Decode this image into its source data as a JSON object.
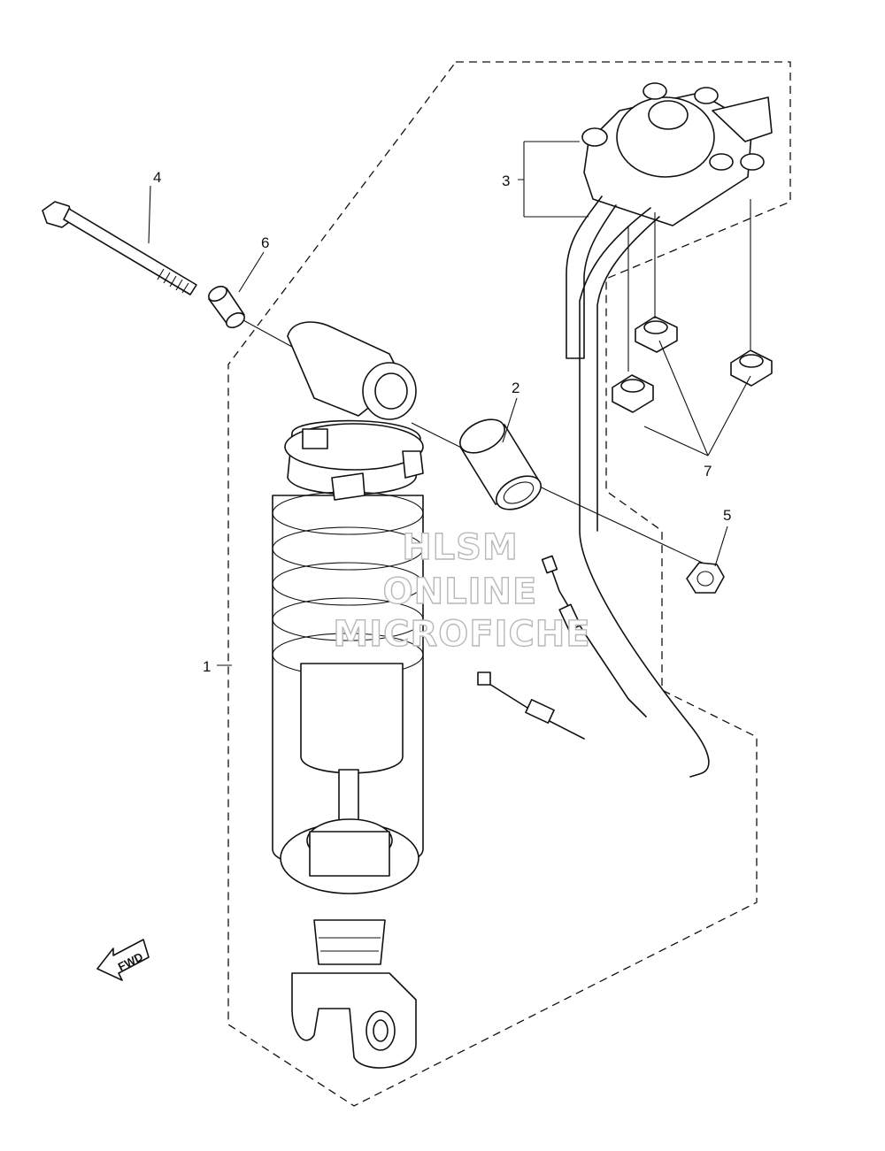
{
  "diagram": {
    "callouts": [
      {
        "id": "1",
        "label": "1"
      },
      {
        "id": "2",
        "label": "2"
      },
      {
        "id": "3",
        "label": "3"
      },
      {
        "id": "4",
        "label": "4"
      },
      {
        "id": "5",
        "label": "5"
      },
      {
        "id": "6",
        "label": "6"
      },
      {
        "id": "7",
        "label": "7"
      }
    ],
    "fwd_label": "FWD",
    "watermark": {
      "line1": "HLSM",
      "line2": "ONLINE",
      "line3": "MICROFICHE"
    }
  }
}
